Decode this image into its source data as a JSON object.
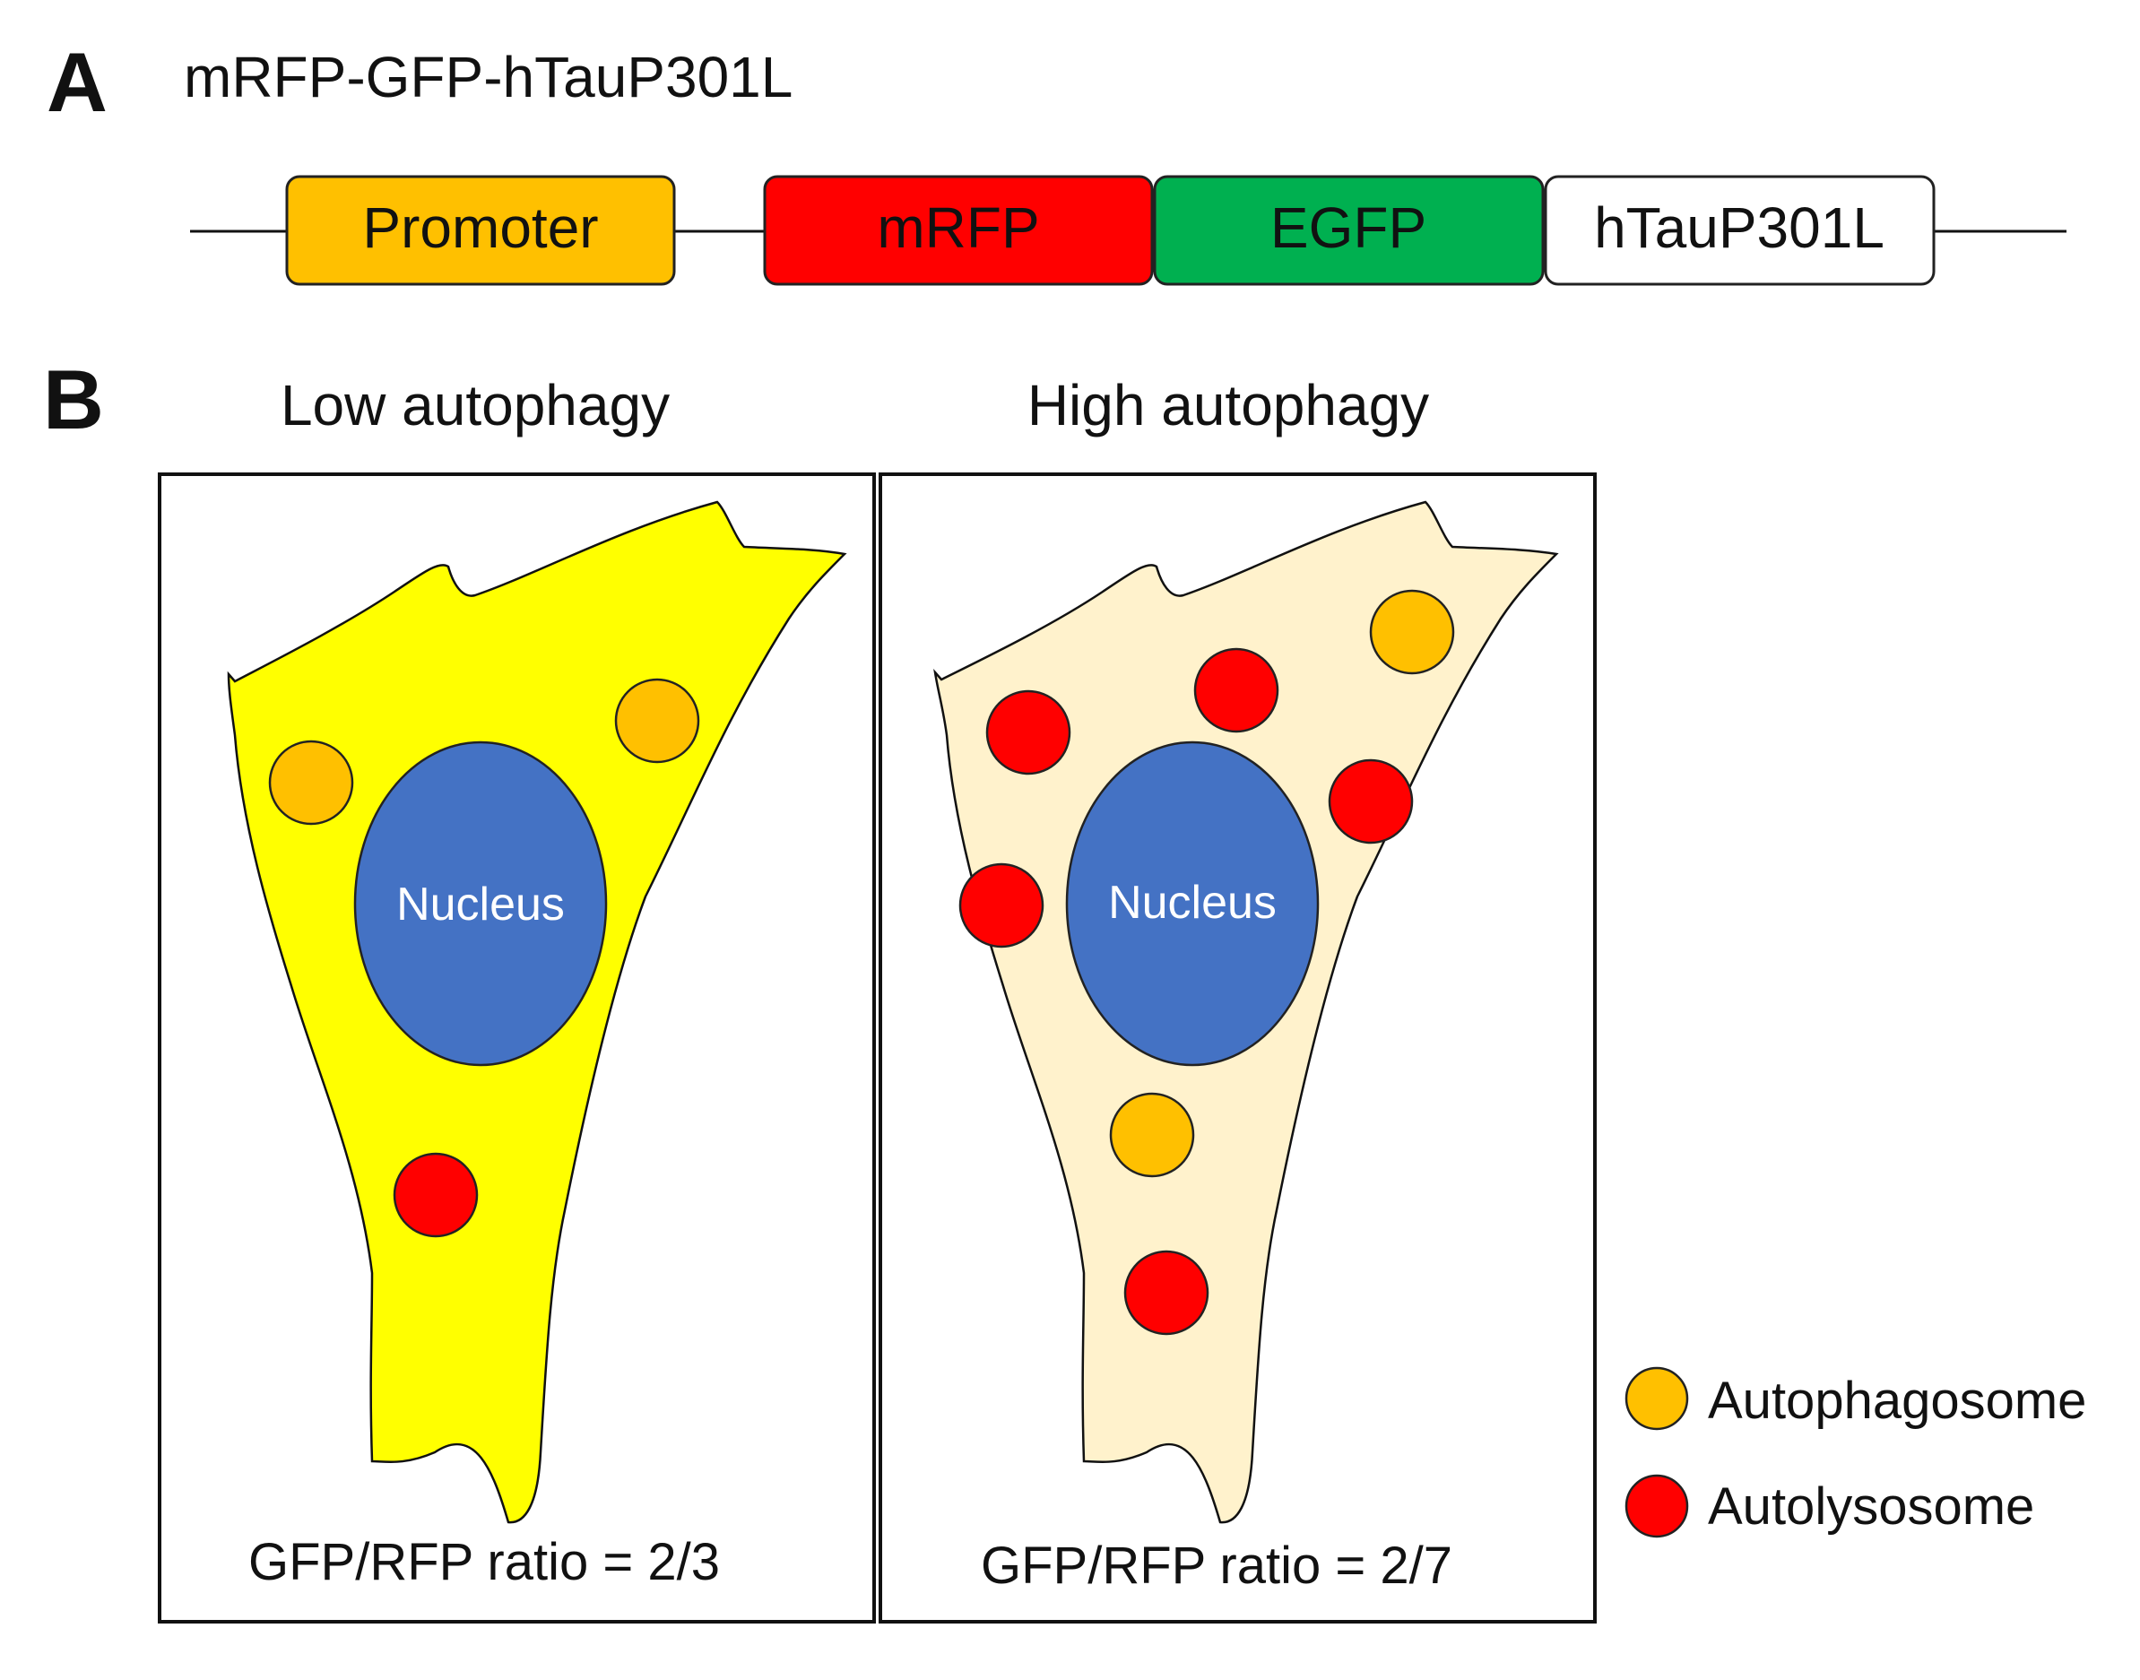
{
  "panel_a": {
    "letter": "A",
    "construct_title": "mRFP-GFP-hTauP301L",
    "segments": [
      {
        "label": "Promoter",
        "fill": "#ffc000",
        "text_color": "#111111"
      },
      {
        "label": "mRFP",
        "fill": "#ff0000",
        "text_color": "#ffffff"
      },
      {
        "label": "EGFP",
        "fill": "#00b050",
        "text_color": "#ffffff"
      },
      {
        "label": "hTauP301L",
        "fill": "#ffffff",
        "text_color": "#111111"
      }
    ]
  },
  "panel_b": {
    "letter": "B",
    "cells": [
      {
        "title": "Low autophagy",
        "cytoplasm_color": "#ffff00",
        "nucleus_label": "Nucleus",
        "ratio_text": "GFP/RFP ratio = 2/3",
        "autophagosome_count": 2,
        "autolysosome_count": 1
      },
      {
        "title": "High autophagy",
        "cytoplasm_color": "#fff2cc",
        "nucleus_label": "Nucleus",
        "ratio_text": "GFP/RFP ratio = 2/7",
        "autophagosome_count": 2,
        "autolysosome_count": 5
      }
    ],
    "legend": [
      {
        "label": "Autophagosome",
        "color": "#ffc000"
      },
      {
        "label": "Autolysosome",
        "color": "#ff0000"
      }
    ],
    "nucleus_color": "#4472c4"
  }
}
